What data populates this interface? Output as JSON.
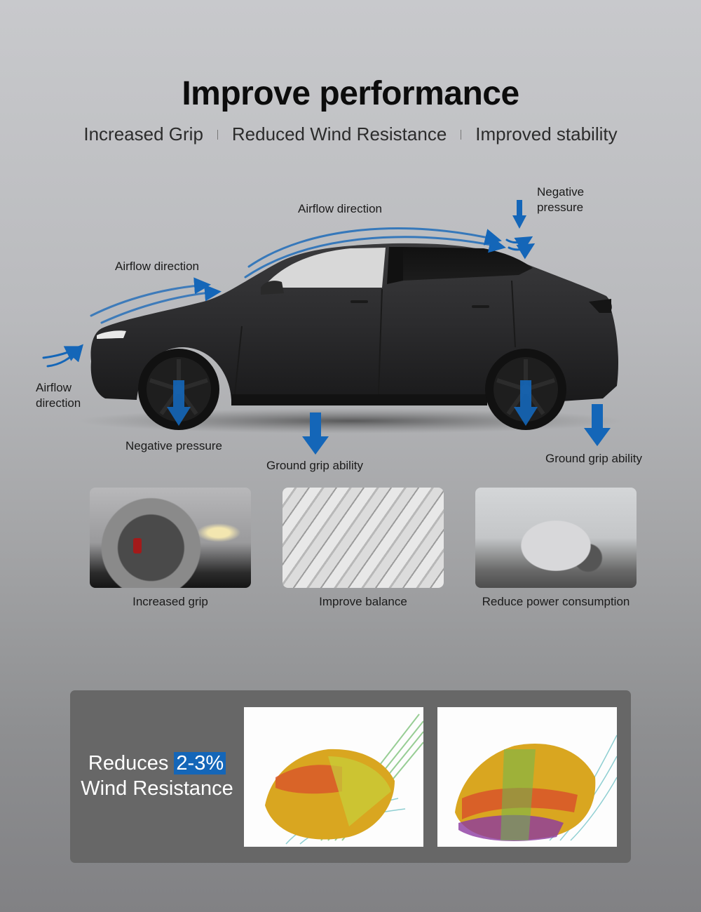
{
  "header": {
    "title": "Improve performance",
    "subtitle_items": [
      "Increased Grip",
      "Reduced Wind Resistance",
      "Improved stability"
    ]
  },
  "diagram": {
    "labels": {
      "airflow_front_low": "Airflow\ndirection",
      "airflow_front_low_line1": "Airflow",
      "airflow_front_low_line2": "direction",
      "airflow_hood": "Airflow direction",
      "airflow_roof": "Airflow direction",
      "negative_pressure_top_line1": "Negative",
      "negative_pressure_top_line2": "pressure",
      "negative_pressure_wheel": "Negative pressure",
      "ground_grip_middle": "Ground grip ability",
      "ground_grip_rear": "Ground grip ability"
    },
    "arrow_color": "#1466b8",
    "car_color": "#2e2e30"
  },
  "features": [
    {
      "caption": "Increased grip",
      "image": "wheel-closeup"
    },
    {
      "caption": "Improve balance",
      "image": "car-body-frame"
    },
    {
      "caption": "Reduce power consumption",
      "image": "silver-car"
    }
  ],
  "wind_panel": {
    "text_prefix": "Reduces",
    "highlight": "2-3%",
    "text_suffix": "Wind Resistance",
    "highlight_color": "#1466b8",
    "images": [
      "cfd-simulation-rear",
      "cfd-simulation-front"
    ]
  }
}
